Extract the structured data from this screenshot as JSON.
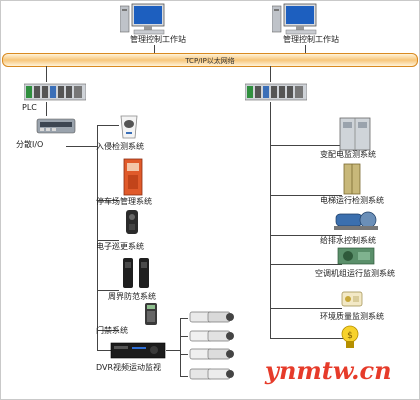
{
  "workstations": [
    {
      "label": "管理控制工作站"
    },
    {
      "label": "管理控制工作站"
    }
  ],
  "network": {
    "label": "TCP/IP以太网络"
  },
  "plc": {
    "label": "PLC"
  },
  "io": {
    "label": "分散I/O"
  },
  "left_systems": [
    {
      "label": "入侵检测系统"
    },
    {
      "label": "停车场管理系统"
    },
    {
      "label": "电子巡更系统"
    },
    {
      "label": "周界防范系统"
    },
    {
      "label": "门禁系统"
    },
    {
      "label": "DVR视频运动监视"
    }
  ],
  "right_systems": [
    {
      "label": "变配电监测系统"
    },
    {
      "label": "电梯运行检测系统"
    },
    {
      "label": "给排水控制系统"
    },
    {
      "label": "空调机组运行监测系统"
    },
    {
      "label": "环境质量监测系统"
    }
  ],
  "watermark": "ynmtw.cn",
  "colors": {
    "bus": "#f7c67a",
    "bus_border": "#d98a20",
    "watermark": "#e63b2a"
  }
}
